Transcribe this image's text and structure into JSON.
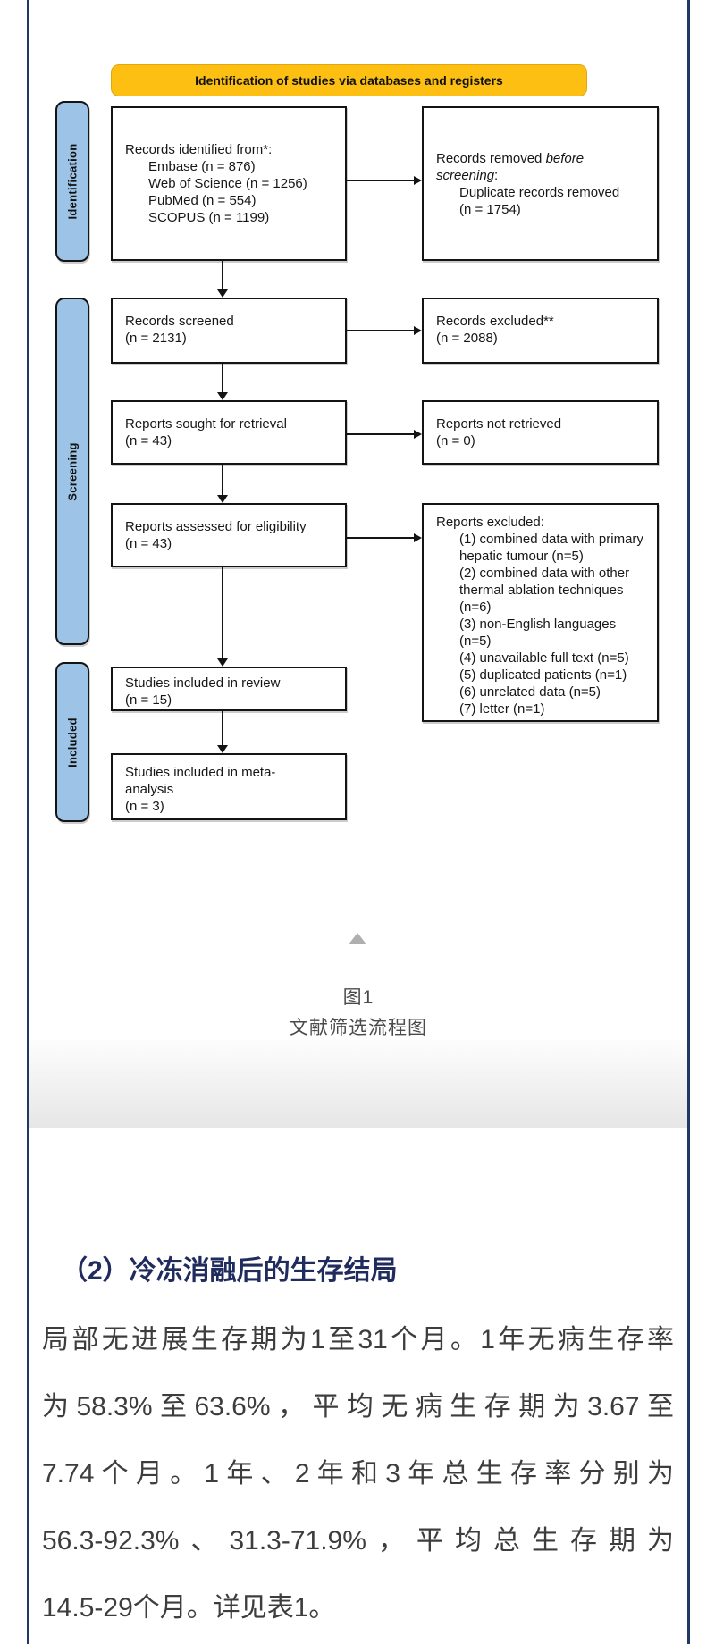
{
  "frame": {
    "border_color": "#1F3864"
  },
  "flowchart": {
    "banner_label": "Identification of studies via databases and registers",
    "stages": {
      "identification": "Identification",
      "screening": "Screening",
      "included": "Included"
    },
    "boxes": {
      "records_identified": {
        "title": "Records identified from*:",
        "items": [
          "Embase (n = 876)",
          "Web of Science (n = 1256)",
          "PubMed (n = 554)",
          "SCOPUS (n = 1199)"
        ]
      },
      "records_removed": {
        "prefix": "Records removed",
        "italic_word": "before",
        "italic_word2": "screening",
        "suffix": ":",
        "items": [
          "Duplicate records removed",
          "(n = 1754)"
        ]
      },
      "records_screened": {
        "line1": "Records screened",
        "line2": "(n = 2131)"
      },
      "records_excluded": {
        "line1": "Records excluded**",
        "line2": "(n = 2088)"
      },
      "reports_sought": {
        "line1": "Reports sought for retrieval",
        "line2": "(n = 43)"
      },
      "reports_not_retrieved": {
        "line1": "Reports not retrieved",
        "line2": "(n = 0)"
      },
      "reports_assessed": {
        "line1": "Reports assessed for eligibility",
        "line2": "(n = 43)"
      },
      "reports_excluded": {
        "title": "Reports excluded:",
        "items": [
          "(1) combined data with primary hepatic tumour (n=5)",
          "(2) combined data with other thermal ablation techniques (n=6)",
          "(3) non-English languages (n=5)",
          "(4) unavailable full text (n=5)",
          "(5) duplicated patients (n=1)",
          "(6) unrelated data (n=5)",
          "(7) letter (n=1)"
        ]
      },
      "studies_review": {
        "line1": "Studies included in review",
        "line2": "(n = 15)"
      },
      "studies_meta": {
        "line1": "Studies included in meta-",
        "line2": "analysis",
        "line3": "(n = 3)"
      }
    }
  },
  "figure_caption": {
    "label": "图1",
    "title": "文献筛选流程图"
  },
  "article": {
    "heading": "（2）冷冻消融后的生存结局",
    "lines": [
      "局部无进展生存期为1至31个月。1年无病生存率",
      "为58.3%至63.6%，平均无病生存期为3.67至",
      "7.74个月。1年、2年和3年总生存率分别为",
      "56.3-92.3%、31.3-71.9%，平均总生存期为",
      "14.5-29个月。详见表1。"
    ]
  },
  "colors": {
    "banner_yellow": "#FCBF12",
    "stage_blue": "#9DC3E6",
    "frame_navy": "#1F3864",
    "heading_navy": "#202C5E",
    "body_text": "#3D3D3D",
    "triangle_gray": "#AFAFAF"
  }
}
